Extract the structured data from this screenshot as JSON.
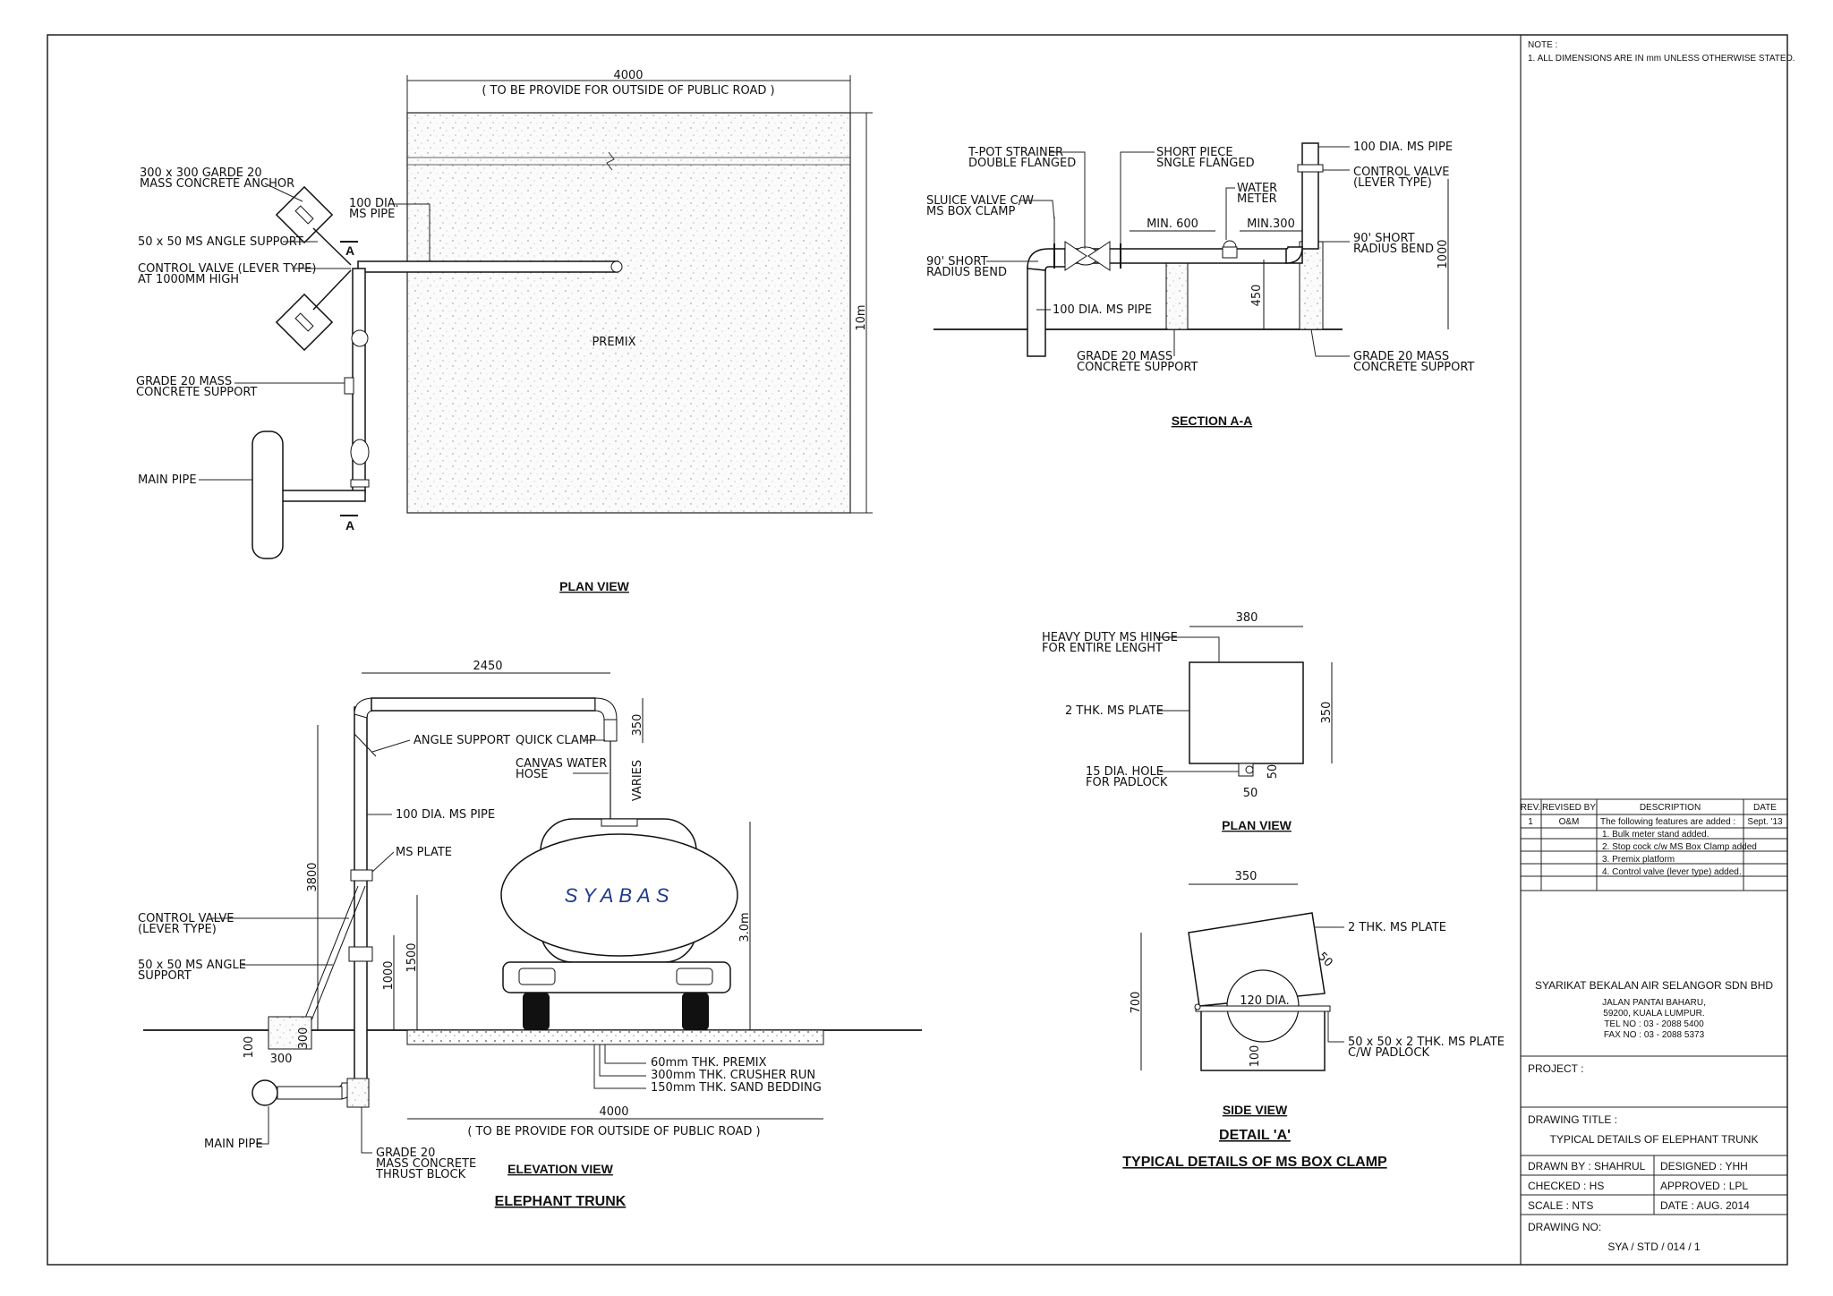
{
  "plan": {
    "dim_4000": "4000",
    "road_note": "( TO BE PROVIDE FOR OUTSIDE OF PUBLIC ROAD )",
    "dim_10m": "10m",
    "premix": "PREMIX",
    "anchor_1": "300 x 300 GARDE 20",
    "anchor_2": "MASS CONCRETE ANCHOR",
    "ms_pipe_1": "100 DIA.",
    "ms_pipe_2": "MS PIPE",
    "angle_support": "50 x 50 MS ANGLE SUPPORT",
    "control_valve_1": "CONTROL VALVE (LEVER TYPE)",
    "control_valve_2": "AT 1000MM HIGH",
    "conc_support_1": "GRADE 20 MASS",
    "conc_support_2": "CONCRETE SUPPORT",
    "main_pipe": "MAIN PIPE",
    "section_a": "A",
    "title": "PLAN VIEW"
  },
  "section": {
    "strainer_1": "T-POT STRAINER",
    "strainer_2": "DOUBLE FLANGED",
    "short_piece_1": "SHORT PIECE",
    "short_piece_2": "SNGLE FLANGED",
    "water_meter_1": "WATER",
    "water_meter_2": "METER",
    "sluice_1": "SLUICE VALVE C/W",
    "sluice_2": "MS BOX CLAMP",
    "bend_left_1": "90' SHORT",
    "bend_left_2": "RADIUS BEND",
    "min600": "MIN. 600",
    "min300": "MIN.300",
    "pipe_100": "100 DIA. MS PIPE",
    "pipe_100_top": "100 DIA. MS PIPE",
    "control_valve_1": "CONTROL VALVE",
    "control_valve_2": "(LEVER TYPE)",
    "bend_right_1": "90' SHORT",
    "bend_right_2": "RADIUS BEND",
    "dim_1000": "1000",
    "dim_450": "450",
    "support_left_1": "GRADE 20 MASS",
    "support_left_2": "CONCRETE SUPPORT",
    "support_right_1": "GRADE 20 MASS",
    "support_right_2": "CONCRETE SUPPORT",
    "title": "SECTION A-A"
  },
  "elevation": {
    "dim_2450": "2450",
    "dim_350": "350",
    "angle_support": "ANGLE SUPPORT",
    "quick_clamp": "QUICK CLAMP",
    "canvas_1": "CANVAS WATER",
    "canvas_2": "HOSE",
    "varies": "VARIES",
    "ms_pipe": "100 DIA. MS PIPE",
    "ms_plate": "MS PLATE",
    "dim_3800": "3800",
    "tanker_brand": "SYABAS",
    "dim_3m": "3.0m",
    "control_valve_1": "CONTROL VALVE",
    "control_valve_2": "(LEVER TYPE)",
    "angle_1": "50 x 50 MS ANGLE",
    "angle_2": "SUPPORT",
    "dim_1000": "1000",
    "dim_1500": "1500",
    "dim_100": "100",
    "dim_300a": "300",
    "dim_300b": "300",
    "premix": "60mm THK. PREMIX",
    "crusher": "300mm THK. CRUSHER RUN",
    "sand": "150mm THK. SAND BEDDING",
    "dim_4000": "4000",
    "road_note": "( TO BE PROVIDE FOR OUTSIDE OF PUBLIC ROAD )",
    "main_pipe": "MAIN PIPE",
    "thrust_1": "GRADE 20",
    "thrust_2": "MASS CONCRETE",
    "thrust_3": "THRUST BLOCK",
    "title": "ELEVATION VIEW",
    "main_title": "ELEPHANT TRUNK"
  },
  "box_plan": {
    "dim_380": "380",
    "hinge_1": "HEAVY DUTY MS HINGE",
    "hinge_2": "FOR ENTIRE LENGHT",
    "plate": "2 THK. MS PLATE",
    "dim_350": "350",
    "hole_1": "15 DIA. HOLE",
    "hole_2": "FOR PADLOCK",
    "dim_50a": "50",
    "dim_50b": "50",
    "title": "PLAN VIEW"
  },
  "box_side": {
    "dim_350": "350",
    "plate": "2 THK. MS PLATE",
    "dim_50": "50",
    "dim_700": "700",
    "dia_120": "120 DIA.",
    "dim_100": "100",
    "angle_1": "50 x 50 x 2 THK. MS PLATE",
    "angle_2": "C/W PADLOCK",
    "title": "SIDE VIEW",
    "detail": "DETAIL 'A'",
    "main_title": "TYPICAL DETAILS OF MS BOX CLAMP"
  },
  "title_block": {
    "note_head": "NOTE :",
    "note_1": "1. ALL DIMENSIONS ARE IN mm UNLESS OTHERWISE STATED.",
    "rev_headers": [
      "REV.",
      "REVISED BY",
      "DESCRIPTION",
      "DATE"
    ],
    "rev_no": "1",
    "rev_by": "O&M",
    "rev_date": "Sept. '13",
    "rev_desc": [
      "The following features are added :",
      "1. Bulk meter stand added.",
      "2. Stop cock c/w MS Box Clamp added",
      "3. Premix platform",
      "4. Control valve (lever type) added."
    ],
    "company": "SYARIKAT BEKALAN AIR SELANGOR SDN BHD",
    "addr_1": "JALAN PANTAI BAHARU,",
    "addr_2": "59200, KUALA LUMPUR.",
    "tel": "TEL NO : 03 - 2088 5400",
    "fax": "FAX NO : 03 - 2088 5373",
    "project": "PROJECT :",
    "drawing_title_label": "DRAWING TITLE :",
    "drawing_title": "TYPICAL DETAILS OF ELEPHANT TRUNK",
    "drawn_by": "DRAWN BY : SHAHRUL",
    "designed": "DESIGNED : YHH",
    "checked": "CHECKED : HS",
    "approved": "APPROVED : LPL",
    "scale": "SCALE : NTS",
    "date": "DATE : AUG. 2014",
    "drawing_no_label": "DRAWING NO:",
    "drawing_no": "SYA / STD / 014 / 1"
  }
}
